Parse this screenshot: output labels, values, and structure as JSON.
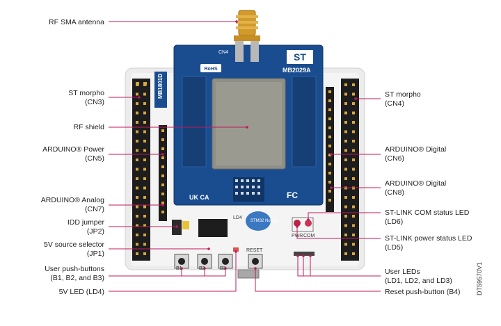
{
  "labels": {
    "rf_sma": "RF SMA antenna",
    "st_morpho_left": [
      "ST morpho",
      "(CN3)"
    ],
    "rf_shield": "RF shield",
    "arduino_power": [
      "ARDUINO® Power",
      "(CN5)"
    ],
    "arduino_analog": [
      "ARDUINO® Analog",
      "(CN7)"
    ],
    "idd_jumper": [
      "IDD jumper",
      "(JP2)"
    ],
    "source_selector": [
      "5V source selector",
      "(JP1)"
    ],
    "user_buttons": [
      "User push-buttons",
      "(B1, B2, and B3)"
    ],
    "led_5v": "5V LED (LD4)",
    "st_morpho_right": [
      "ST morpho",
      "(CN4)"
    ],
    "arduino_digital_cn6": [
      "ARDUINO® Digital",
      "(CN6)"
    ],
    "arduino_digital_cn8": [
      "ARDUINO® Digital",
      "(CN8)"
    ],
    "stlink_com_led": [
      "ST-LINK COM status LED",
      "(LD6)"
    ],
    "stlink_power_led": [
      "ST-LINK power status LED",
      "(LD5)"
    ],
    "user_leds": [
      "User LEDs",
      "(LD1, LD2, and LD3)"
    ],
    "reset_button": "Reset push-button (B4)"
  },
  "board": {
    "module_name": "MB2029A",
    "mb_name": "MB1801D",
    "logo": "ST",
    "cn4": "CN4",
    "rohs": "RoHS",
    "reset": "RESET",
    "pwr": "PWR",
    "com": "COM",
    "ld4": "LD4",
    "b1": "B1",
    "b2": "B2",
    "b3": "B3",
    "ukca": "UK CA",
    "fc": "FC",
    "stm32": "STM32 Nucleo"
  },
  "doc_code": "DT59570V1",
  "colors": {
    "leader_line": "#c2185b",
    "module_blue": "#1a4d8f",
    "shield": "#8f8f86",
    "base_board": "#eaeaea"
  }
}
